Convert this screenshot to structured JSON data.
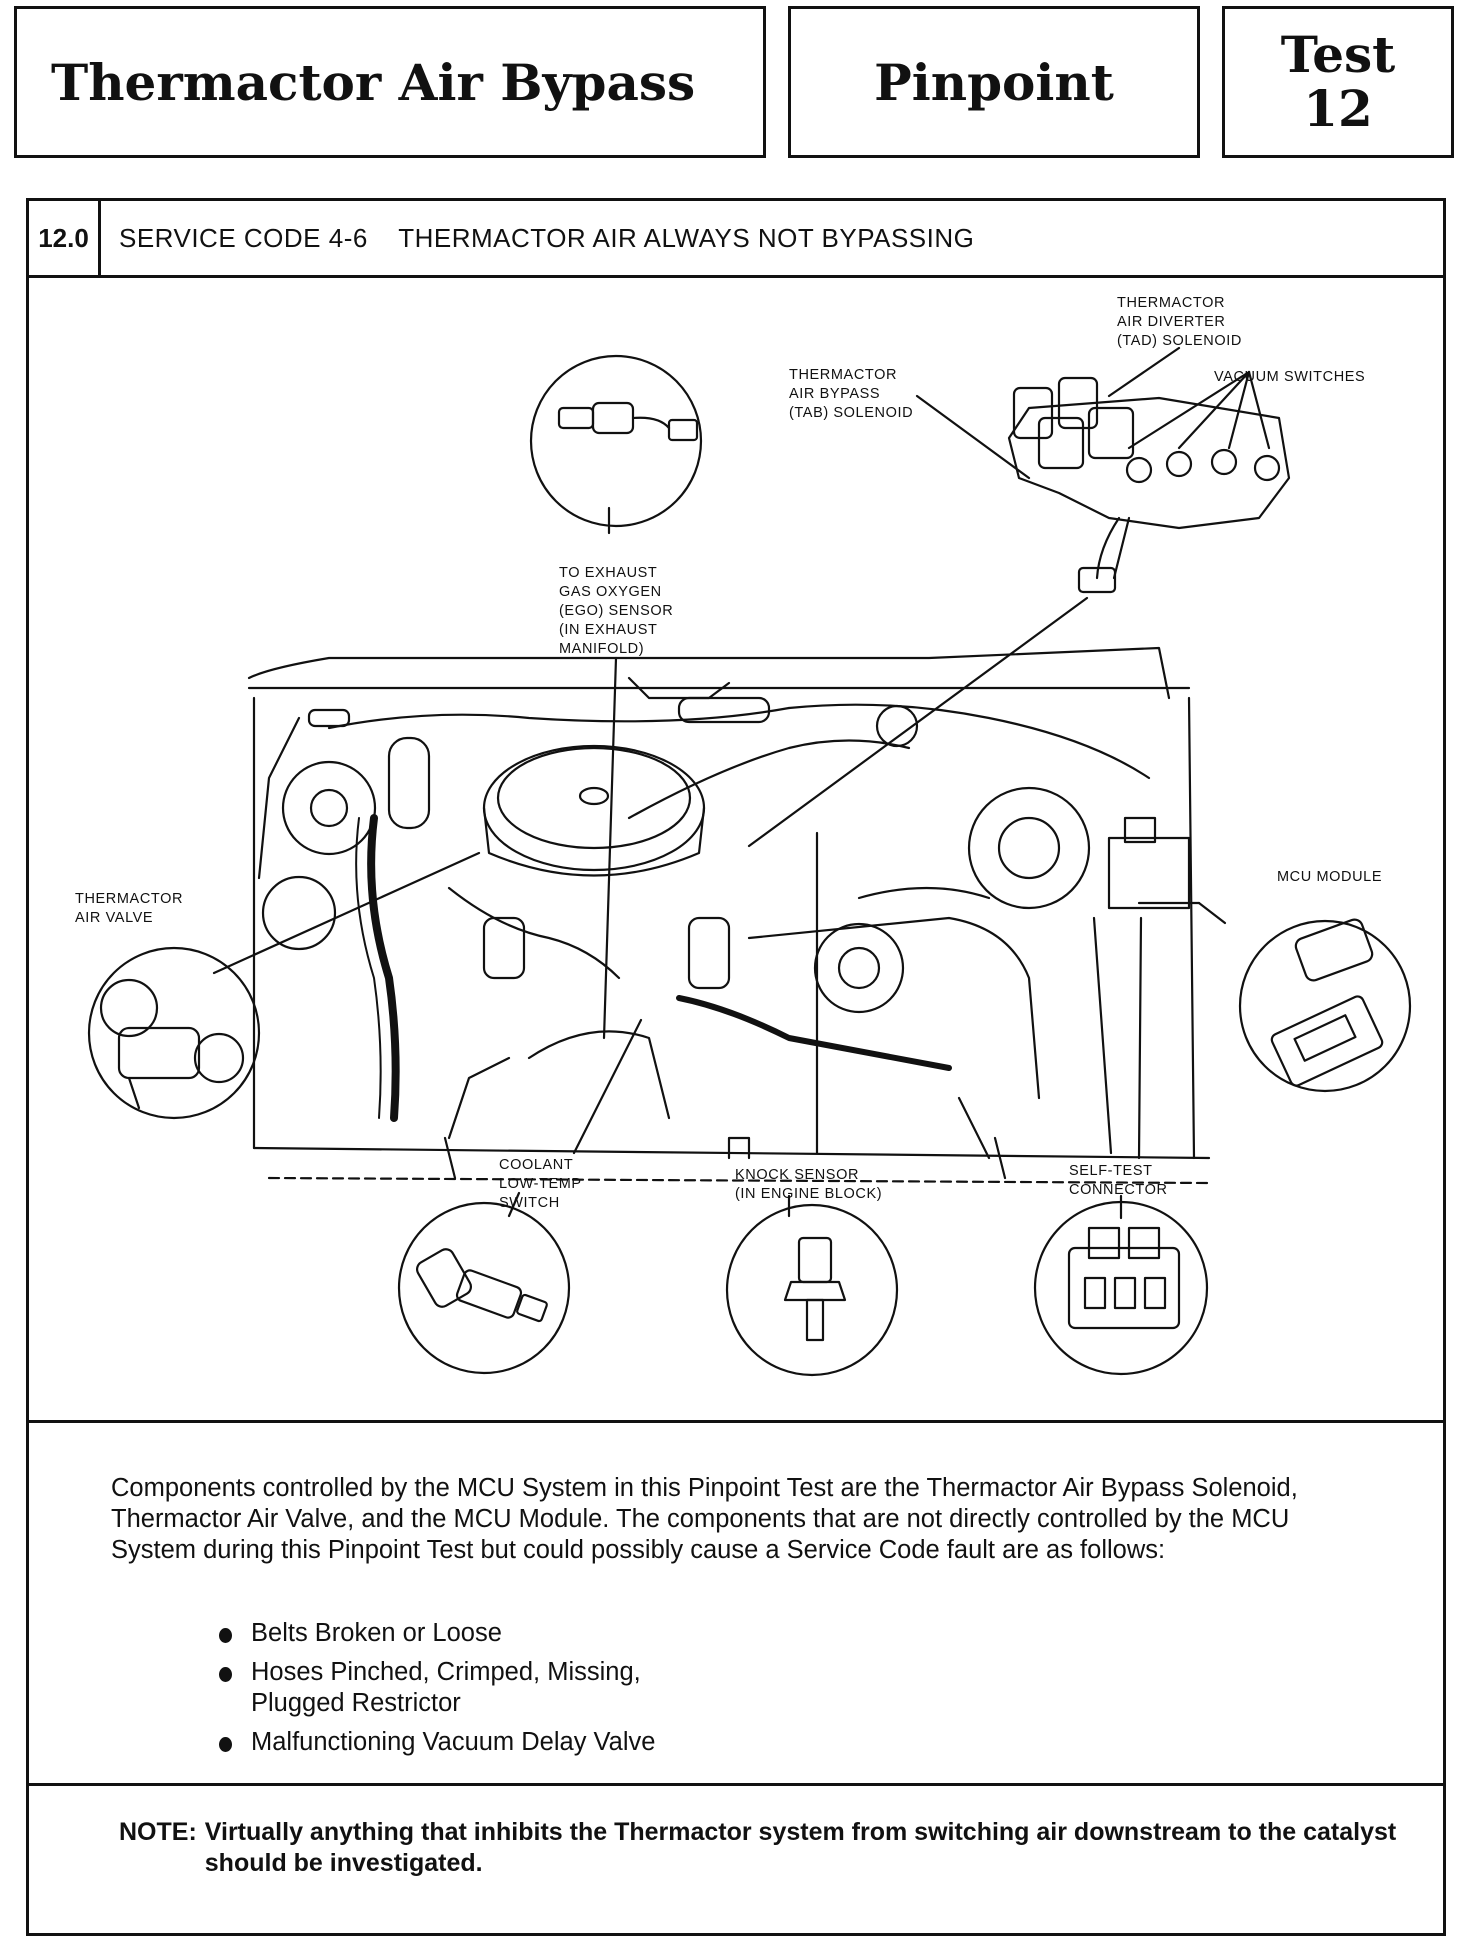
{
  "header": {
    "title": "Thermactor Air Bypass",
    "pinpoint": "Pinpoint",
    "test_label": "Test",
    "test_number": "12"
  },
  "section": {
    "number": "12.0",
    "title": "SERVICE CODE 4-6    THERMACTOR AIR ALWAYS NOT BYPASSING"
  },
  "figure": {
    "labels": {
      "tad": [
        "THERMACTOR",
        "AIR DIVERTER",
        "(TAD) SOLENOID"
      ],
      "tab": [
        "THERMACTOR",
        "AIR BYPASS",
        "(TAB) SOLENOID"
      ],
      "vacuum": [
        "VACUUM SWITCHES"
      ],
      "ego": [
        "TO EXHAUST",
        "GAS OXYGEN",
        "(EGO) SENSOR",
        "(IN EXHAUST",
        "MANIFOLD)"
      ],
      "air_valve": [
        "THERMACTOR",
        "AIR VALVE"
      ],
      "mcu": [
        "MCU MODULE"
      ],
      "coolant": [
        "COOLANT",
        "LOW-TEMP",
        "SWITCH"
      ],
      "knock": [
        "KNOCK SENSOR",
        "(IN ENGINE BLOCK)"
      ],
      "selftest": [
        "SELF-TEST",
        "CONNECTOR"
      ]
    }
  },
  "body": {
    "paragraph": "Components controlled by the MCU System in this Pinpoint Test are the Thermactor Air Bypass Solenoid, Thermactor Air Valve, and the MCU Module. The components that are not directly controlled by the MCU System during this Pinpoint Test but could possibly cause a Service Code fault are as follows:",
    "bullets": [
      "Belts Broken or Loose",
      "Hoses Pinched, Crimped, Missing, Plugged Restrictor",
      "Malfunctioning Vacuum Delay Valve"
    ]
  },
  "note": {
    "label": "NOTE:",
    "text": "Virtually anything that inhibits the Thermactor system from switching air downstream to the catalyst should be investigated."
  }
}
